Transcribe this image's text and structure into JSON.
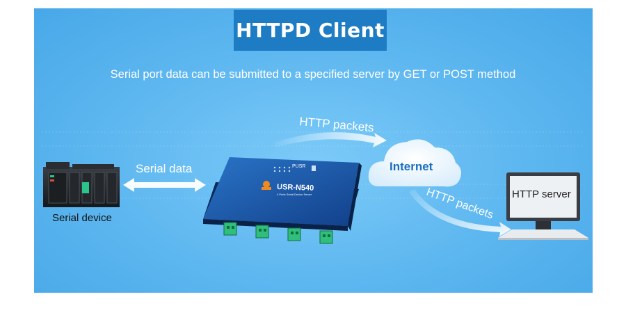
{
  "title": "HTTPD Client",
  "subtitle": "Serial port data can be submitted to a specified server by GET or POST method",
  "labels": {
    "serial_data": "Serial data",
    "serial_device": "Serial device",
    "http_packets_top": "HTTP packets",
    "http_packets_bottom": "HTTP packets",
    "internet": "Internet",
    "http_server": "HTTP server"
  },
  "device": {
    "brand": "PUSR",
    "model": "USR-N540",
    "tagline": "4 Ports Serial Device Server"
  },
  "colors": {
    "background": "#5cb6ef",
    "title_box": "#1d7cc4",
    "internet_text": "#1b6fc0"
  }
}
